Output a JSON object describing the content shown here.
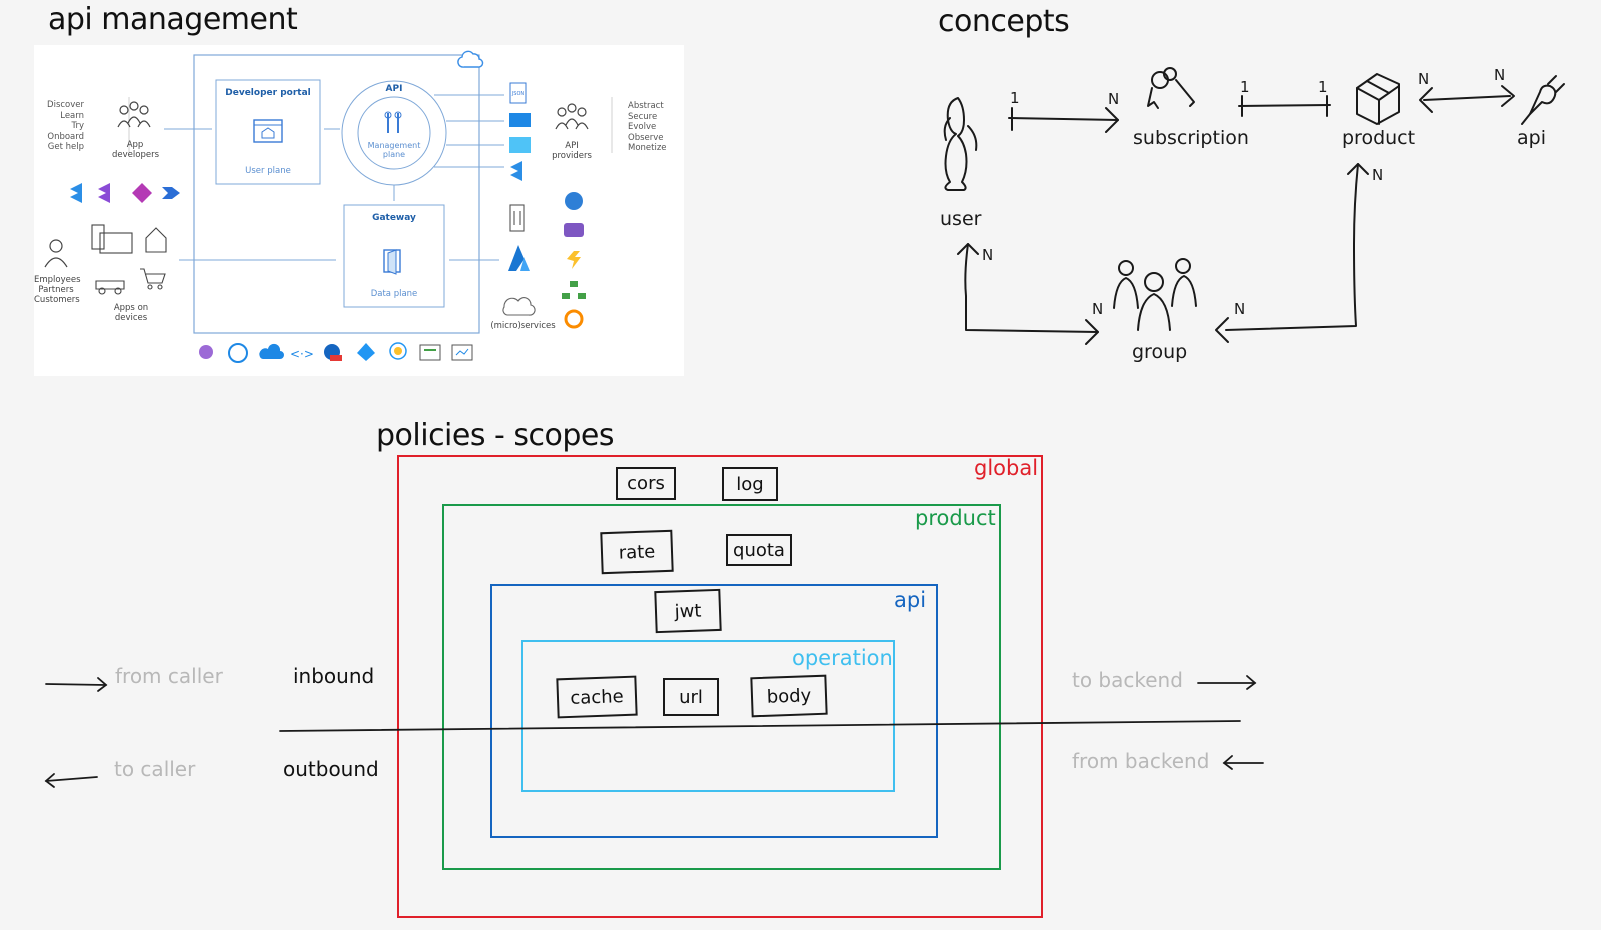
{
  "titles": {
    "api_management": "api management",
    "concepts": "concepts",
    "policies": "policies - scopes"
  },
  "apim_diagram": {
    "left_actions": [
      "Discover",
      "Learn",
      "Try",
      "Onboard",
      "Get help"
    ],
    "app_developers": "App developers",
    "employees": [
      "Employees",
      "Partners",
      "Customers"
    ],
    "apps_on_devices": "Apps on devices",
    "developer_portal": "Developer portal",
    "user_plane": "User plane",
    "api": "API",
    "management_plane": "Management plane",
    "gateway": "Gateway",
    "data_plane": "Data plane",
    "api_providers": "API providers",
    "right_actions": [
      "Abstract",
      "Secure",
      "Evolve",
      "Observe",
      "Monetize"
    ],
    "microservices": "(micro)services",
    "json_label": "JSON"
  },
  "concepts": {
    "entities": {
      "user": "user",
      "subscription": "subscription",
      "product": "product",
      "api": "api",
      "group": "group"
    },
    "cardinalities": {
      "user_subscription": [
        "1",
        "N"
      ],
      "subscription_product": [
        "1",
        "1"
      ],
      "product_api": [
        "N",
        "N"
      ],
      "product_group": "N",
      "user_group": [
        "N",
        "N"
      ],
      "group_product": "N"
    }
  },
  "policies": {
    "scopes": [
      {
        "name": "global",
        "color": "#e0202a"
      },
      {
        "name": "product",
        "color": "#1a9a4a"
      },
      {
        "name": "api",
        "color": "#1565c0"
      },
      {
        "name": "operation",
        "color": "#3fbfef"
      }
    ],
    "items": {
      "cors": "cors",
      "log": "log",
      "rate": "rate",
      "quota": "quota",
      "jwt": "jwt",
      "cache": "cache",
      "url": "url",
      "body": "body"
    },
    "flow": {
      "from_caller": "from caller",
      "to_caller": "to caller",
      "inbound": "inbound",
      "outbound": "outbound",
      "to_backend": "to backend",
      "from_backend": "from backend"
    }
  }
}
